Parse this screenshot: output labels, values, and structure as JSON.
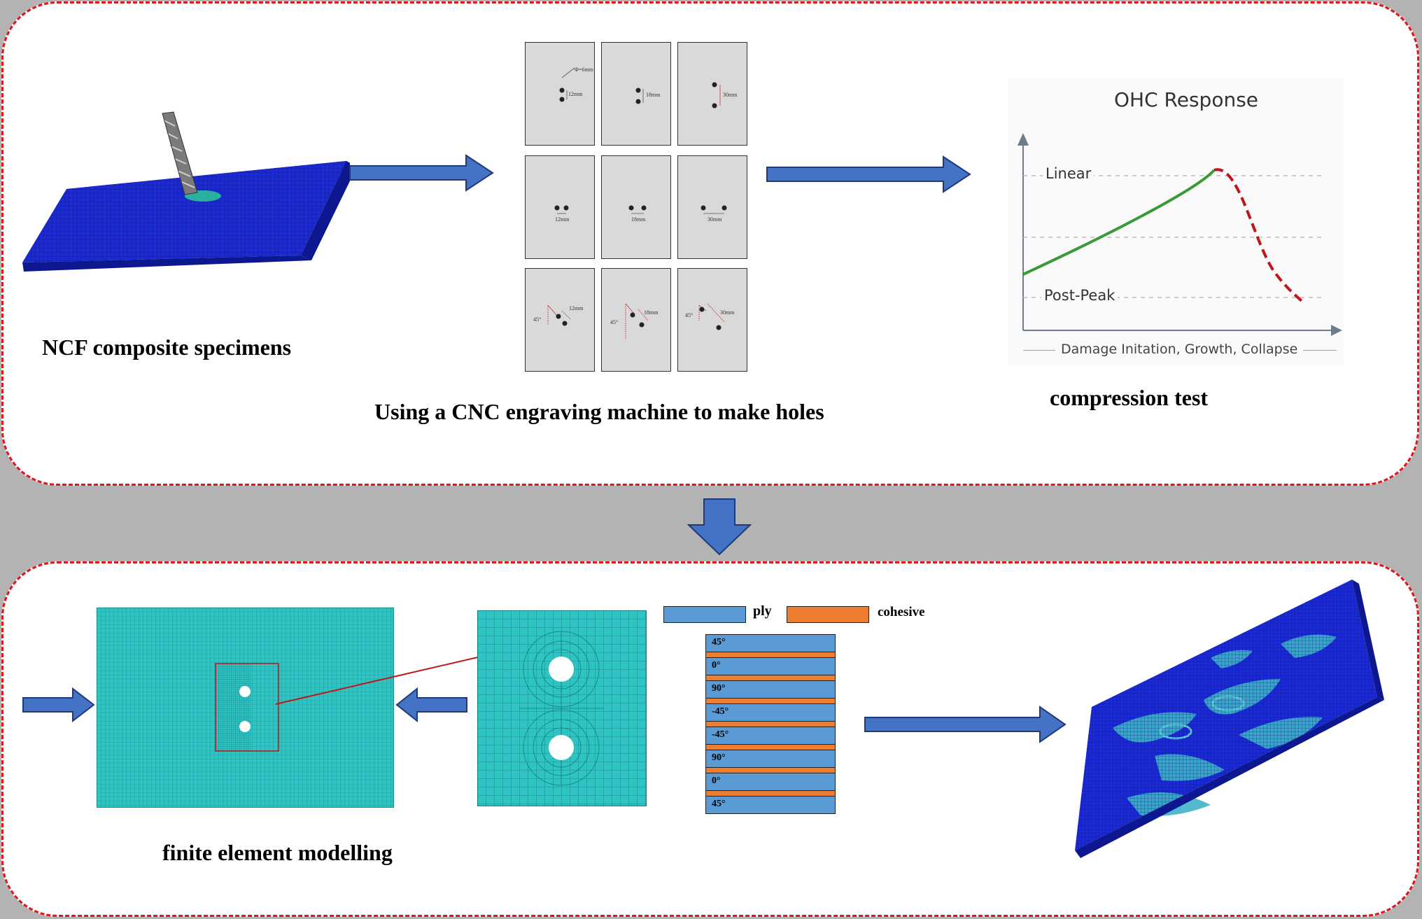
{
  "top_panel": {
    "specimen_caption": "NCF composite specimens",
    "cnc_caption": "Using a CNC engraving machine to make holes",
    "test_caption": "compression test"
  },
  "hole_tiles": [
    {
      "labels": [
        "Φ=6mm",
        "12mm"
      ]
    },
    {
      "labels": [
        "18mm"
      ]
    },
    {
      "labels": [
        "30mm"
      ]
    },
    {
      "labels": [
        "12mm"
      ]
    },
    {
      "labels": [
        "18mm"
      ]
    },
    {
      "labels": [
        "30mm"
      ]
    },
    {
      "labels": [
        "12mm",
        "45°"
      ]
    },
    {
      "labels": [
        "18mm",
        "45°"
      ]
    },
    {
      "labels": [
        "30mm",
        "45°"
      ]
    }
  ],
  "ohc_chart": {
    "title": "OHC Response",
    "linear_label": "Linear",
    "postpeak_label": "Post-Peak",
    "xlabel": "Damage Initation, Growth, Collapse",
    "colors": {
      "rising": "#3a9a3a",
      "falling": "#c0151a",
      "guide": "#bdbdbd",
      "axis": "#6e7b8a"
    }
  },
  "bottom_panel": {
    "fem_caption": "finite element modelling",
    "legend": {
      "ply": "ply",
      "cohesive": "cohesive"
    },
    "ply_colors": {
      "ply": "#5b9bd5",
      "cohesive": "#ed7d31"
    },
    "layup": [
      "45°",
      "0°",
      "90°",
      "-45°",
      "-45°",
      "90°",
      "0°",
      "45°"
    ]
  },
  "colors": {
    "border": "#e0161b",
    "arrow": "#4472c4",
    "mesh": "#2ec4c4",
    "plate": "#1a2ad0"
  }
}
